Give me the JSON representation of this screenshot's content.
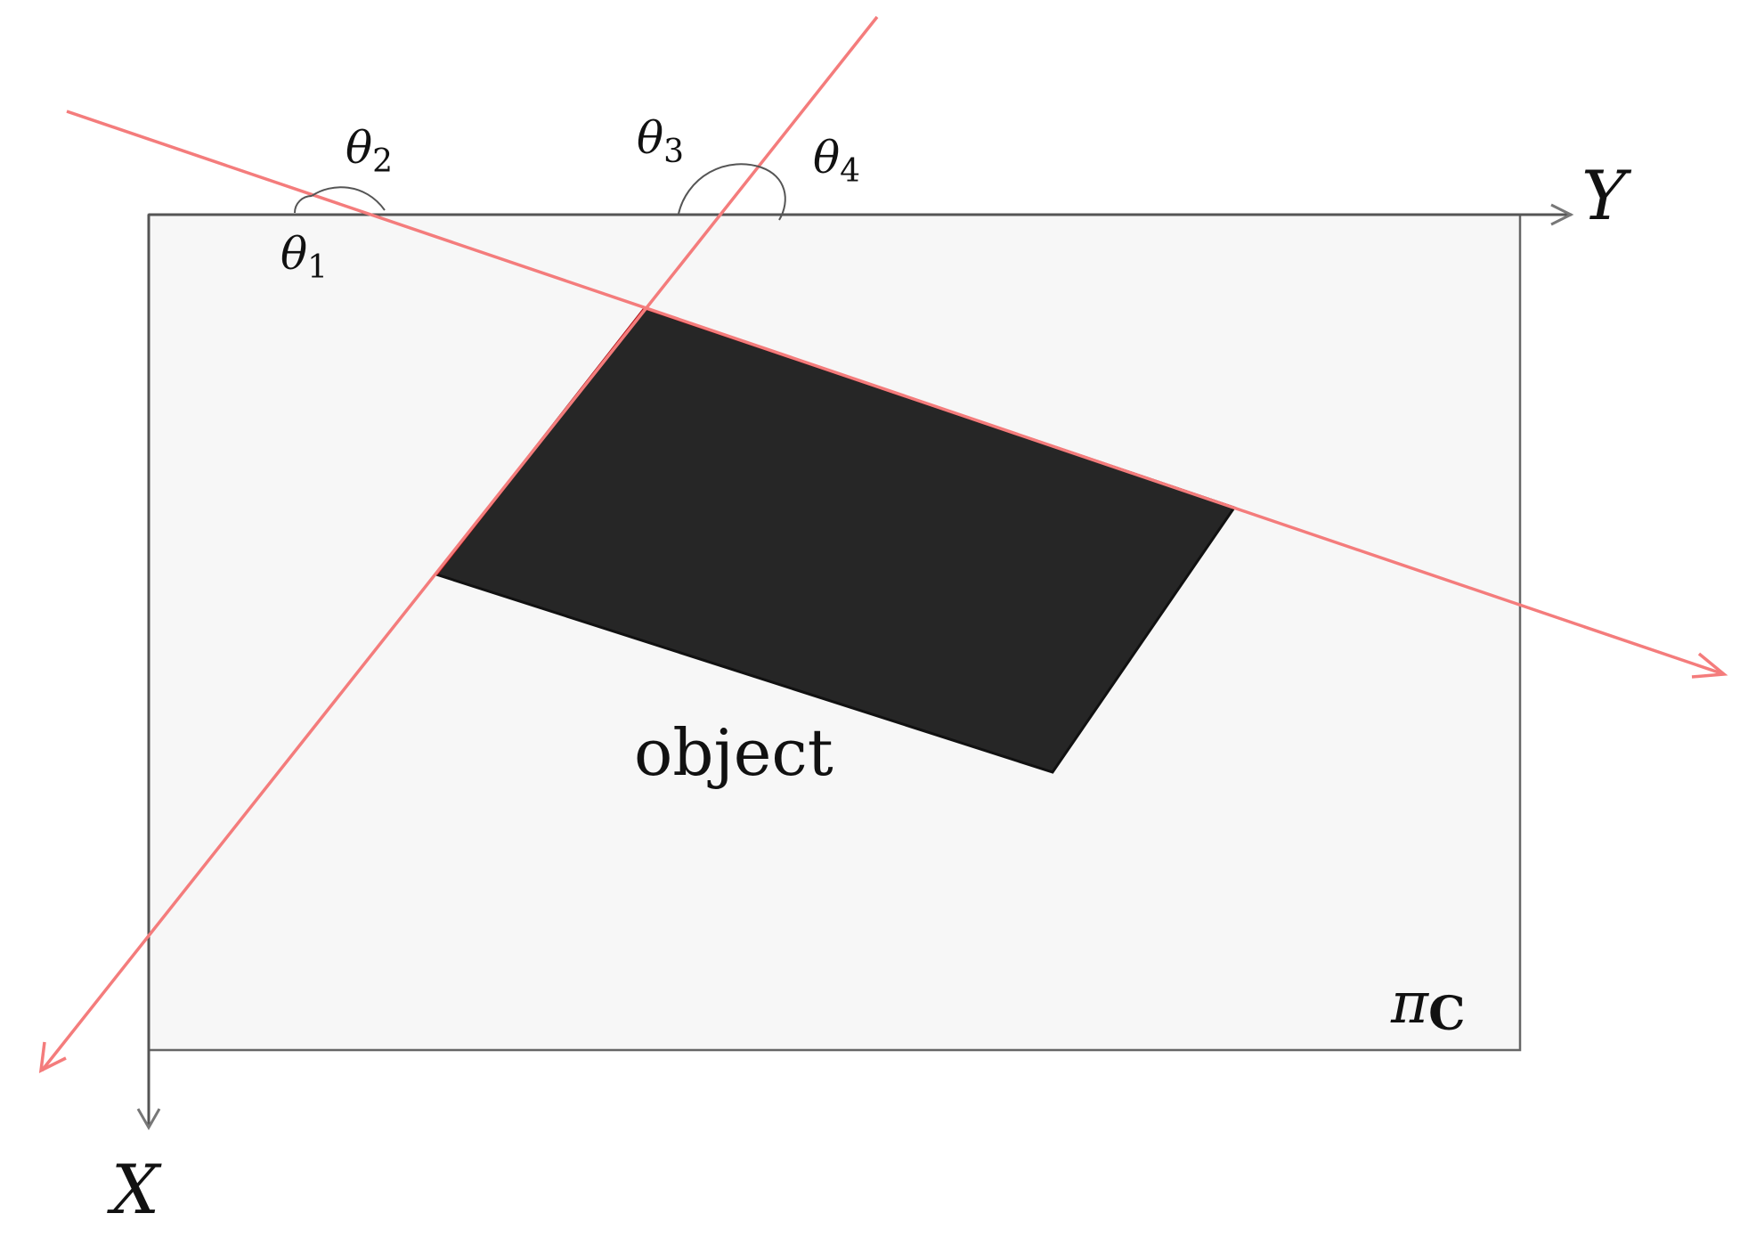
{
  "colors": {
    "plane_fill": "#f7f7f7",
    "plane_border": "#666666",
    "axis": "#777777",
    "line": "#f47c7c",
    "object_fill": "#262626",
    "object_edge": "#c0181c",
    "angle_arc": "#555555",
    "text": "#111111"
  },
  "labels": {
    "x_axis": "X",
    "y_axis": "Y",
    "object": "object",
    "plane_symbol": "π",
    "plane_subscript": "C",
    "theta1_symbol": "θ",
    "theta1_sub": "1",
    "theta2_symbol": "θ",
    "theta2_sub": "2",
    "theta3_symbol": "θ",
    "theta3_sub": "3",
    "theta4_symbol": "θ",
    "theta4_sub": "4"
  }
}
